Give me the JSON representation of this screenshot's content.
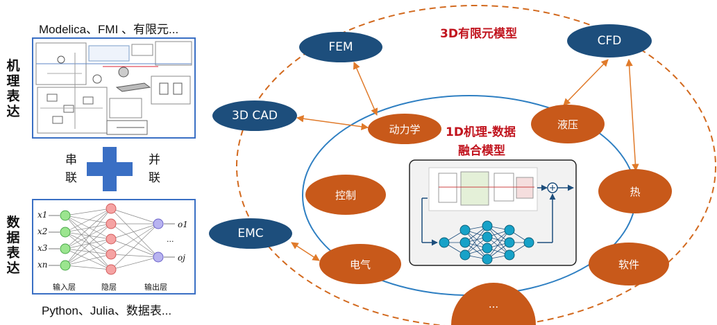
{
  "left": {
    "top_caption": "Modelica、FMI 、有限元...",
    "label_mech": "机\n理\n表\n达",
    "label_data": "数\n据\n表\n达",
    "series": "串\n联",
    "parallel": "并\n联",
    "bottom_caption": "Python、Julia、数据表...",
    "nn": {
      "inputs": [
        "x1",
        "x2",
        "x3",
        "xn"
      ],
      "outputs": [
        "o1",
        "oj"
      ],
      "ellipsis": "...",
      "layer_labels": [
        "输入层",
        "隐层",
        "输出层"
      ]
    }
  },
  "diagram": {
    "outer_title": "3D有限元模型",
    "inner_title_line1": "1D机理-数据",
    "inner_title_line2": "融合模型",
    "blue_nodes": {
      "fem": "FEM",
      "cfd": "CFD",
      "cad": "3D CAD",
      "emc": "EMC"
    },
    "orange_nodes": {
      "dynamics": "动力学",
      "hydraulics": "液压",
      "control": "控制",
      "thermal": "热",
      "electrical": "电气",
      "software": "软件",
      "more": "..."
    }
  },
  "colors": {
    "blue_node": "#1d4e7c",
    "orange_node": "#c8591a",
    "dashed_ellipse": "#d2691e",
    "inner_circle": "#2e7fc2",
    "title_red": "#c1141e",
    "cross": "#3a6fc4"
  }
}
